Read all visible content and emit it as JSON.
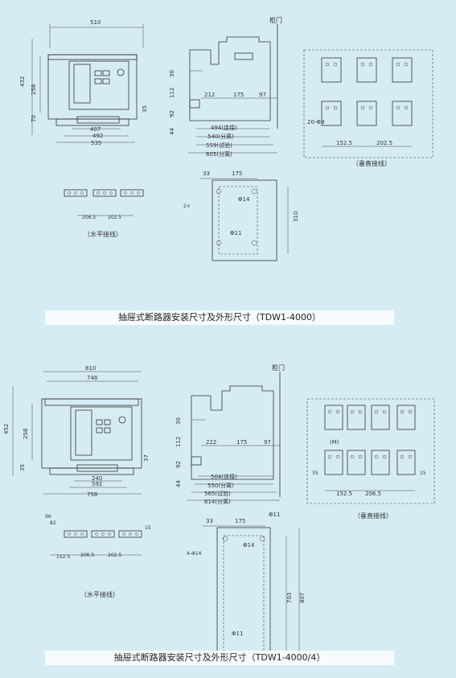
{
  "top": {
    "caption": "抽屉式断路器安装尺寸及外形尺寸（TDW1-4000）",
    "front": {
      "w_top": "510",
      "h_total": "432",
      "h_mid": "258",
      "h_low": "70",
      "r_small": "35",
      "b1": "407",
      "b2": "492",
      "b3": "535"
    },
    "side": {
      "door_label": "柜门",
      "d1": "30",
      "d2": "112",
      "d3": "92",
      "d4": "44",
      "d_212": "212",
      "d_175": "175",
      "d_97": "97",
      "row1": "494(连接)",
      "row2": "540(分离)",
      "row3": "559(试验)",
      "row4": "605(分离)"
    },
    "vert": {
      "dim1": "152.5",
      "dim2": "202.5",
      "dim3": "20-Φ9",
      "label": "（垂直接线）"
    },
    "horiz": {
      "dim1": "206.5",
      "dim2": "202.5",
      "label": "（水平接线）"
    },
    "panel_cut": {
      "d_33": "33",
      "d_175": "175",
      "phi14": "Φ14",
      "phi11": "Φ11",
      "h_cut": "310",
      "w_note": "2×"
    }
  },
  "bottom": {
    "caption": "抽屉式断路器安装尺寸及外形尺寸（TDW1-4000/4）",
    "front": {
      "w_top": "810",
      "w_mid": "748",
      "h_total": "452",
      "h_mid": "258",
      "h_low": "35",
      "r_small": "37",
      "b1": "240",
      "b2": "592",
      "b3": "758"
    },
    "side": {
      "door_label": "柜门",
      "d1": "30",
      "d2": "112",
      "d3": "92",
      "d4": "44",
      "d_222": "222",
      "d_175": "175",
      "d_97": "97",
      "row1": "504(连接)",
      "row2": "550(分离)",
      "row3": "565(试验)",
      "row4": "614(分离)"
    },
    "vert": {
      "label_m": "(M)",
      "dim1": "152.5",
      "dim2": "206.5",
      "dim3": "35",
      "dim4": "15",
      "label": "（垂直接线）"
    },
    "horiz": {
      "d_96": "96",
      "d_82": "82",
      "dim1": "152.5",
      "dim2": "206.5",
      "dim3": "202.5",
      "d_15": "15",
      "label": "（水平接线）"
    },
    "panel_cut": {
      "d_33": "33",
      "d_175": "175",
      "phi11_top": "Φ11",
      "phi14": "Φ14",
      "phi11": "Φ11",
      "h1": "703",
      "h2": "807",
      "w_note": "4-Φ14"
    }
  }
}
